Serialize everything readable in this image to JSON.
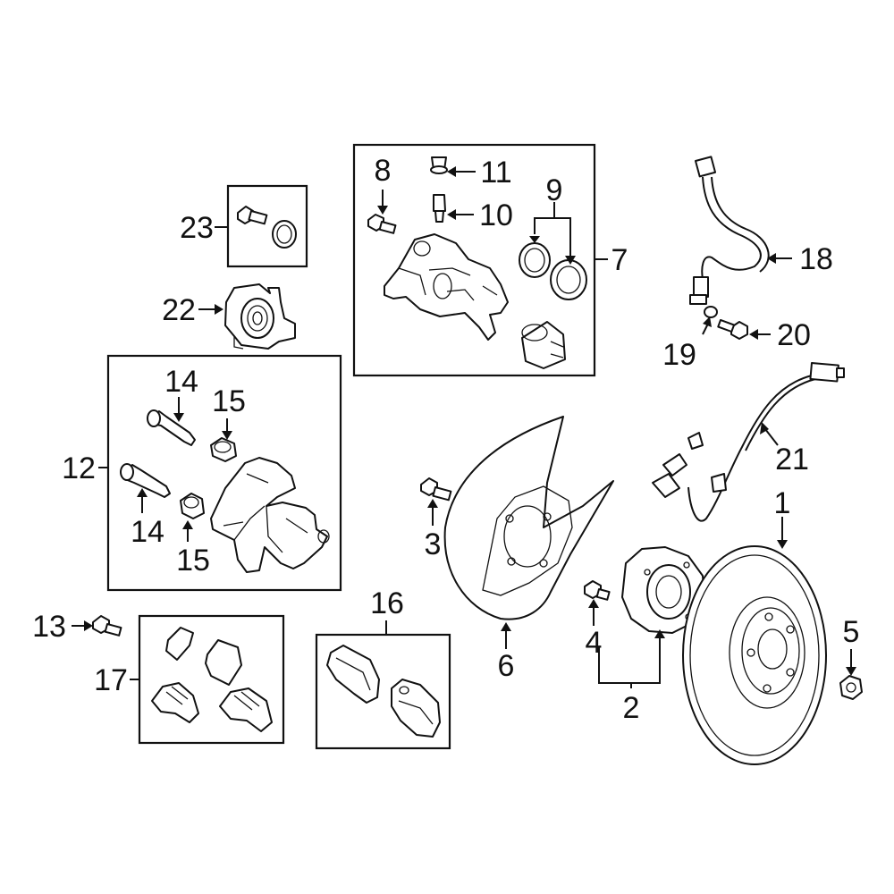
{
  "callouts": {
    "c1": "1",
    "c2": "2",
    "c3": "3",
    "c4": "4",
    "c5": "5",
    "c6": "6",
    "c7": "7",
    "c8": "8",
    "c9": "9",
    "c10": "10",
    "c11": "11",
    "c12": "12",
    "c13": "13",
    "c14a": "14",
    "c14b": "14",
    "c15a": "15",
    "c15b": "15",
    "c16": "16",
    "c17": "17",
    "c18": "18",
    "c19": "19",
    "c20": "20",
    "c21": "21",
    "c22": "22",
    "c23": "23"
  },
  "parts": [
    {
      "callout": "1",
      "name": "rotor-icon"
    },
    {
      "callout": "2",
      "name": "hub-assembly-icon"
    },
    {
      "callout": "3",
      "name": "bolt-icon"
    },
    {
      "callout": "4",
      "name": "hub-bolt-icon"
    },
    {
      "callout": "5",
      "name": "nut-icon"
    },
    {
      "callout": "6",
      "name": "splash-shield-icon"
    },
    {
      "callout": "7",
      "name": "caliper-icon"
    },
    {
      "callout": "12",
      "name": "caliper-bracket-icon"
    },
    {
      "callout": "16",
      "name": "brake-pads-icon"
    },
    {
      "callout": "17",
      "name": "pad-clips-icon"
    },
    {
      "callout": "18",
      "name": "brake-hose-icon"
    },
    {
      "callout": "21",
      "name": "abs-sensor-icon"
    },
    {
      "callout": "22",
      "name": "parking-motor-icon"
    },
    {
      "callout": "23",
      "name": "bolt-and-washer-icon"
    }
  ]
}
